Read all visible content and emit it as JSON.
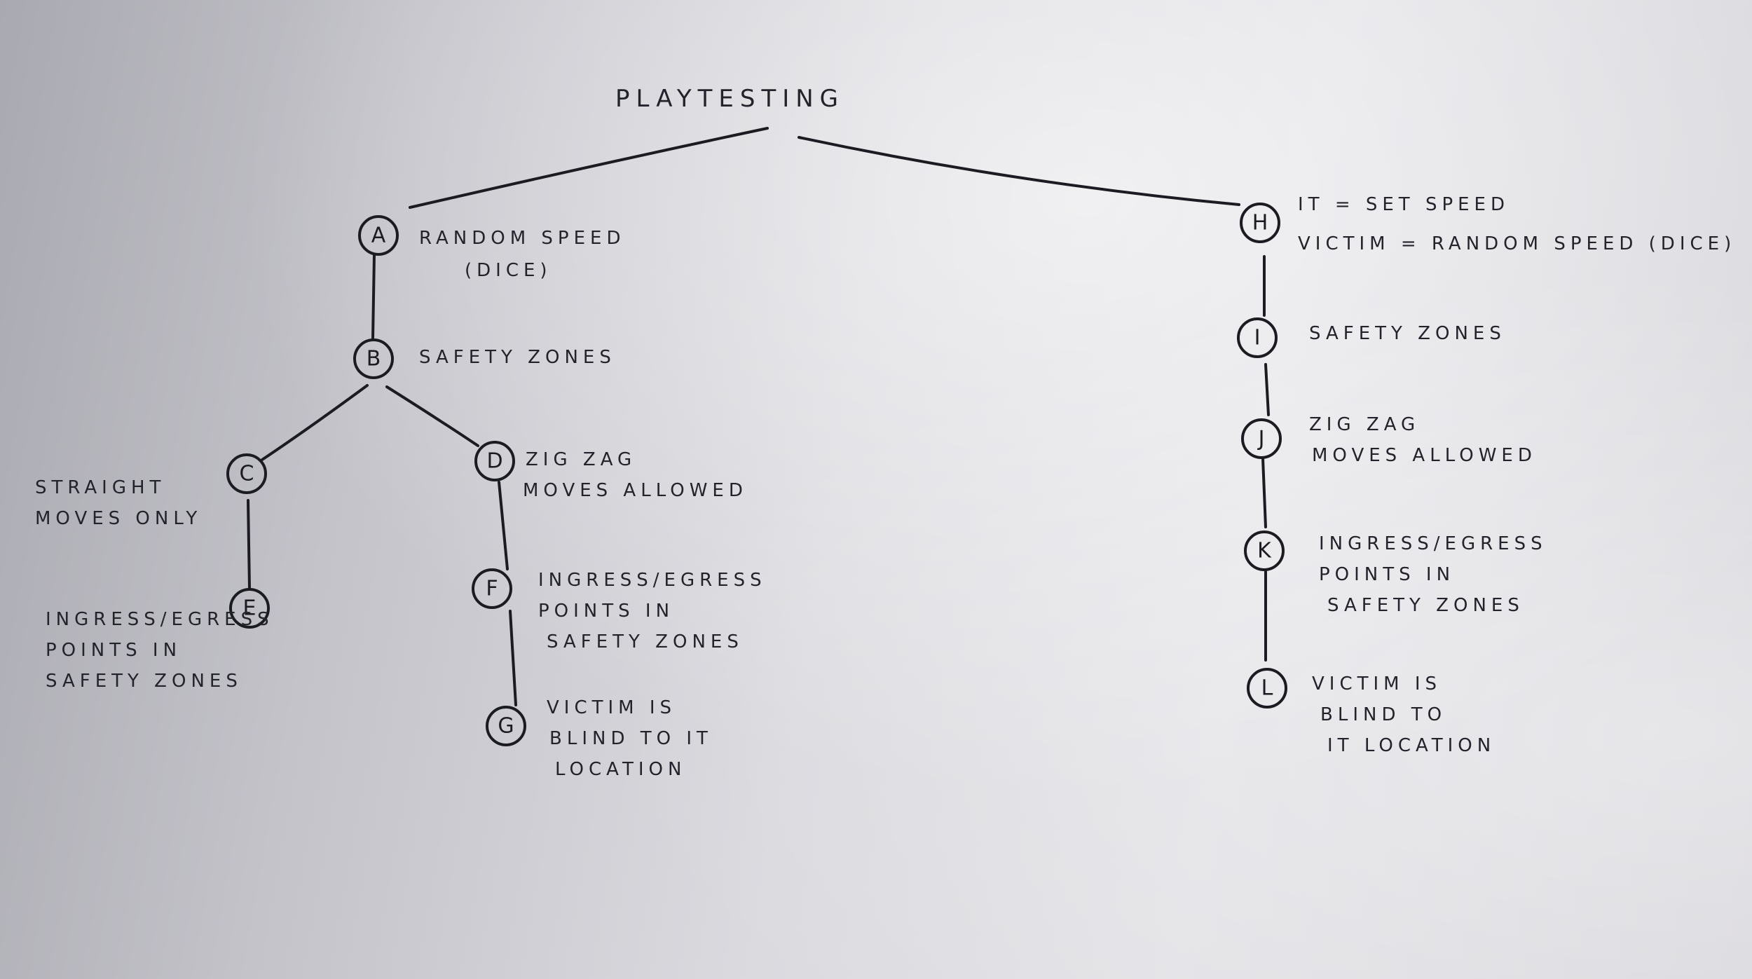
{
  "diagram": {
    "title": "PLAYTESTING",
    "nodes": [
      {
        "id": "A",
        "letter": "A",
        "lines": [
          "RANDOM SPEED",
          "(DICE)"
        ]
      },
      {
        "id": "B",
        "letter": "B",
        "lines": [
          "SAFETY ZONES"
        ]
      },
      {
        "id": "C",
        "letter": "C",
        "lines": [
          "STRAIGHT",
          "MOVES ONLY"
        ]
      },
      {
        "id": "D",
        "letter": "D",
        "lines": [
          "ZIG ZAG",
          "MOVES ALLOWED"
        ]
      },
      {
        "id": "E",
        "letter": "E",
        "lines": [
          "INGRESS/EGRESS",
          "POINTS IN",
          "SAFETY ZONES"
        ]
      },
      {
        "id": "F",
        "letter": "F",
        "lines": [
          "INGRESS/EGRESS",
          "POINTS IN",
          "SAFETY ZONES"
        ]
      },
      {
        "id": "G",
        "letter": "G",
        "lines": [
          "VICTIM IS",
          "BLIND TO IT",
          "LOCATION"
        ]
      },
      {
        "id": "H",
        "letter": "H",
        "lines": [
          "IT = SET SPEED",
          "VICTIM = RANDOM SPEED (DICE)"
        ]
      },
      {
        "id": "I",
        "letter": "I",
        "lines": [
          "SAFETY ZONES"
        ]
      },
      {
        "id": "J",
        "letter": "J",
        "lines": [
          "ZIG ZAG",
          "MOVES ALLOWED"
        ]
      },
      {
        "id": "K",
        "letter": "K",
        "lines": [
          "INGRESS/EGRESS",
          "POINTS IN",
          "SAFETY ZONES"
        ]
      },
      {
        "id": "L",
        "letter": "L",
        "lines": [
          "VICTIM IS",
          "BLIND TO",
          "IT LOCATION"
        ]
      }
    ],
    "edges": [
      {
        "from": "title",
        "to": "A"
      },
      {
        "from": "title",
        "to": "H"
      },
      {
        "from": "A",
        "to": "B"
      },
      {
        "from": "B",
        "to": "C"
      },
      {
        "from": "B",
        "to": "D"
      },
      {
        "from": "C",
        "to": "E"
      },
      {
        "from": "D",
        "to": "F"
      },
      {
        "from": "F",
        "to": "G"
      },
      {
        "from": "H",
        "to": "I"
      },
      {
        "from": "I",
        "to": "J"
      },
      {
        "from": "J",
        "to": "K"
      },
      {
        "from": "K",
        "to": "L"
      }
    ]
  }
}
